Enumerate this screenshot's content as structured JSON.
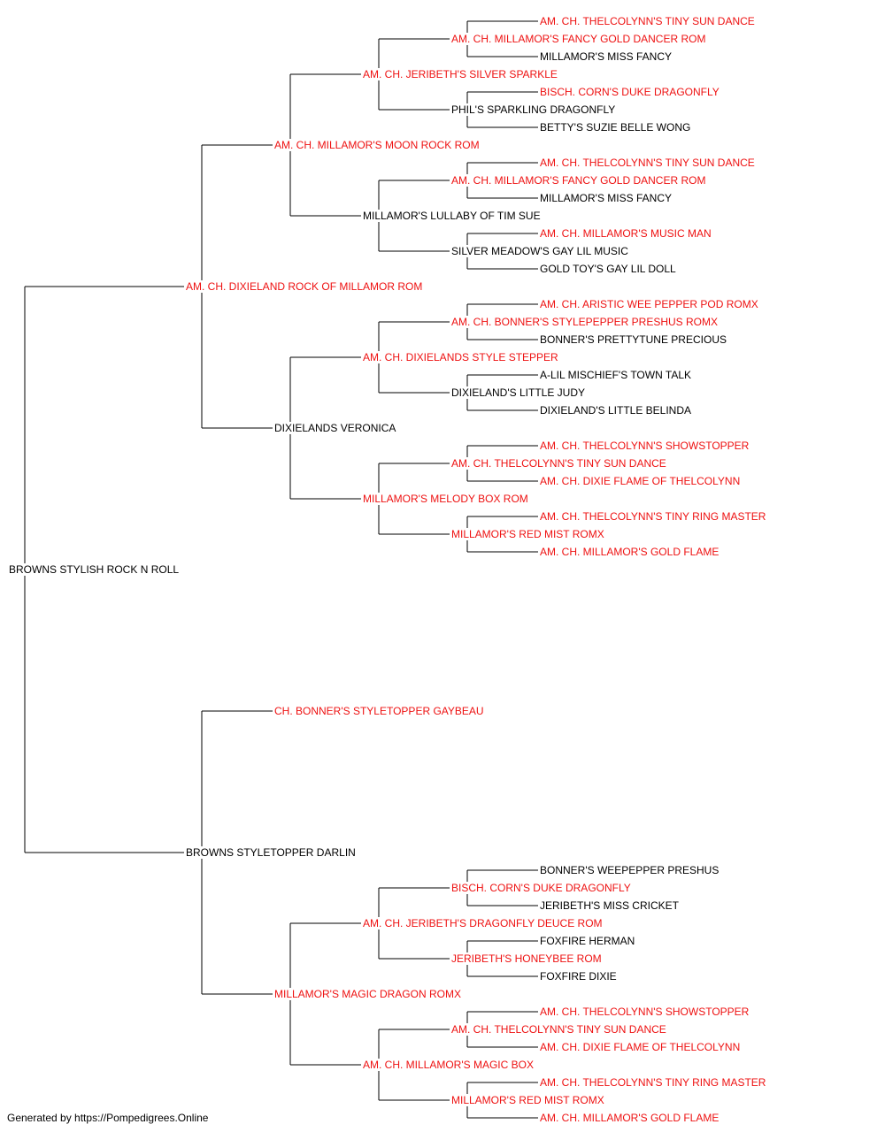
{
  "colors": {
    "champion": "#ee1111",
    "plain": "#000000",
    "line": "#000000"
  },
  "footer": "Generated by https://Pompedigrees.Online",
  "pedigree": {
    "id": "root",
    "name": "BROWNS STYLISH ROCK N ROLL",
    "champion": false,
    "sire": {
      "id": "s",
      "name": "AM. CH. DIXIELAND ROCK OF MILLAMOR ROM",
      "champion": true,
      "sire": {
        "id": "ss",
        "name": "AM. CH. MILLAMOR'S MOON ROCK ROM",
        "champion": true,
        "sire": {
          "id": "sss",
          "name": "AM. CH. JERIBETH'S SILVER SPARKLE",
          "champion": true,
          "sire": {
            "id": "ssss",
            "name": "AM. CH. MILLAMOR'S FANCY GOLD DANCER ROM",
            "champion": true,
            "sire": {
              "id": "sssss",
              "name": "AM. CH. THELCOLYNN'S TINY SUN DANCE",
              "champion": true
            },
            "dam": {
              "id": "ssssd",
              "name": "MILLAMOR'S MISS FANCY",
              "champion": false
            }
          },
          "dam": {
            "id": "sssd",
            "name": "PHIL'S SPARKLING DRAGONFLY",
            "champion": false,
            "sire": {
              "id": "sssds",
              "name": "BISCH. CORN'S DUKE DRAGONFLY",
              "champion": true
            },
            "dam": {
              "id": "sssdd",
              "name": "BETTY'S SUZIE BELLE WONG",
              "champion": false
            }
          }
        },
        "dam": {
          "id": "ssd",
          "name": "MILLAMOR'S LULLABY OF TIM SUE",
          "champion": false,
          "sire": {
            "id": "ssds",
            "name": "AM. CH. MILLAMOR'S FANCY GOLD DANCER ROM",
            "champion": true,
            "sire": {
              "id": "ssdss",
              "name": "AM. CH. THELCOLYNN'S TINY SUN DANCE",
              "champion": true
            },
            "dam": {
              "id": "ssdsd",
              "name": "MILLAMOR'S MISS FANCY",
              "champion": false
            }
          },
          "dam": {
            "id": "ssdd",
            "name": "SILVER MEADOW'S GAY LIL MUSIC",
            "champion": false,
            "sire": {
              "id": "ssdds",
              "name": "AM. CH. MILLAMOR'S MUSIC MAN",
              "champion": true
            },
            "dam": {
              "id": "ssddd",
              "name": "GOLD TOY'S GAY LIL DOLL",
              "champion": false
            }
          }
        }
      },
      "dam": {
        "id": "sd",
        "name": "DIXIELANDS VERONICA",
        "champion": false,
        "sire": {
          "id": "sds",
          "name": "AM. CH. DIXIELANDS STYLE STEPPER",
          "champion": true,
          "sire": {
            "id": "sdss",
            "name": "AM. CH. BONNER'S STYLEPEPPER PRESHUS ROMX",
            "champion": true,
            "sire": {
              "id": "sdsss",
              "name": "AM. CH. ARISTIC WEE PEPPER POD ROMX",
              "champion": true
            },
            "dam": {
              "id": "sdssd",
              "name": "BONNER'S PRETTYTUNE PRECIOUS",
              "champion": false
            }
          },
          "dam": {
            "id": "sdsd",
            "name": "DIXIELAND'S LITTLE JUDY",
            "champion": false,
            "sire": {
              "id": "sdsds",
              "name": "A-LIL MISCHIEF'S TOWN TALK",
              "champion": false
            },
            "dam": {
              "id": "sdsdd",
              "name": "DIXIELAND'S LITTLE BELINDA",
              "champion": false
            }
          }
        },
        "dam": {
          "id": "sdd",
          "name": "MILLAMOR'S MELODY BOX ROM",
          "champion": true,
          "sire": {
            "id": "sdds",
            "name": "AM. CH. THELCOLYNN'S TINY SUN DANCE",
            "champion": true,
            "sire": {
              "id": "sddss",
              "name": "AM. CH. THELCOLYNN'S SHOWSTOPPER",
              "champion": true
            },
            "dam": {
              "id": "sddsd",
              "name": "AM. CH. DIXIE FLAME OF THELCOLYNN",
              "champion": true
            }
          },
          "dam": {
            "id": "sddd",
            "name": "MILLAMOR'S RED MIST ROMX",
            "champion": true,
            "sire": {
              "id": "sddds",
              "name": "AM. CH. THELCOLYNN'S TINY RING MASTER",
              "champion": true
            },
            "dam": {
              "id": "sdddd",
              "name": "AM. CH. MILLAMOR'S GOLD FLAME",
              "champion": true
            }
          }
        }
      }
    },
    "dam": {
      "id": "d",
      "name": "BROWNS STYLETOPPER DARLIN",
      "champion": false,
      "sire": {
        "id": "ds",
        "name": "CH. BONNER'S STYLETOPPER GAYBEAU",
        "champion": true
      },
      "dam": {
        "id": "dd",
        "name": "MILLAMOR'S MAGIC DRAGON ROMX",
        "champion": true,
        "sire": {
          "id": "dds",
          "name": "AM. CH. JERIBETH'S DRAGONFLY DEUCE ROM",
          "champion": true,
          "sire": {
            "id": "ddss",
            "name": "BISCH. CORN'S DUKE DRAGONFLY",
            "champion": true,
            "sire": {
              "id": "ddsss",
              "name": "BONNER'S WEEPEPPER PRESHUS",
              "champion": false
            },
            "dam": {
              "id": "ddssd",
              "name": "JERIBETH'S MISS CRICKET",
              "champion": false
            }
          },
          "dam": {
            "id": "ddsd",
            "name": "JERIBETH'S HONEYBEE ROM",
            "champion": true,
            "sire": {
              "id": "ddsds",
              "name": "FOXFIRE HERMAN",
              "champion": false
            },
            "dam": {
              "id": "ddsdd",
              "name": "FOXFIRE DIXIE",
              "champion": false
            }
          }
        },
        "dam": {
          "id": "ddd",
          "name": "AM. CH. MILLAMOR'S MAGIC BOX",
          "champion": true,
          "sire": {
            "id": "ddds",
            "name": "AM. CH. THELCOLYNN'S TINY SUN DANCE",
            "champion": true,
            "sire": {
              "id": "dddss",
              "name": "AM. CH. THELCOLYNN'S SHOWSTOPPER",
              "champion": true
            },
            "dam": {
              "id": "dddsd",
              "name": "AM. CH. DIXIE FLAME OF THELCOLYNN",
              "champion": true
            }
          },
          "dam": {
            "id": "dddd",
            "name": "MILLAMOR'S RED MIST ROMX",
            "champion": true,
            "sire": {
              "id": "dddds",
              "name": "AM. CH. THELCOLYNN'S TINY RING MASTER",
              "champion": true
            },
            "dam": {
              "id": "ddddd",
              "name": "AM. CH. MILLAMOR'S GOLD FLAME",
              "champion": true
            }
          }
        }
      }
    }
  }
}
